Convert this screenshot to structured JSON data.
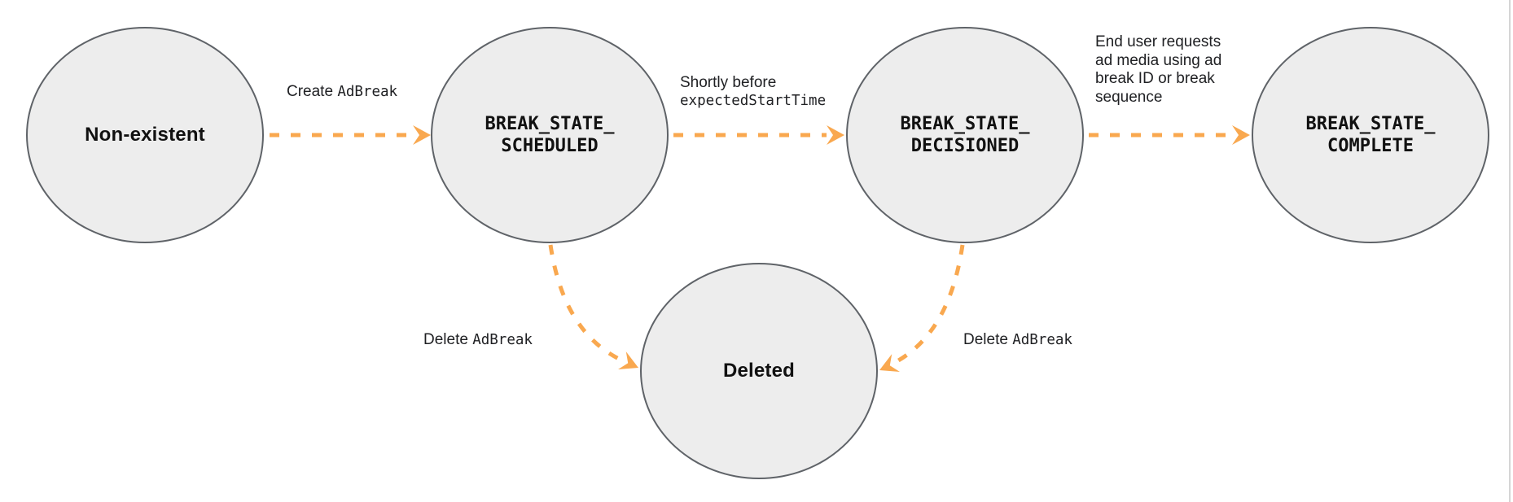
{
  "colors": {
    "arrow_accent": "#F9A84F",
    "node_fill": "#EDEDED",
    "node_border": "#5F6368",
    "text": "#202124",
    "page_edge_line": "#D5D5D5"
  },
  "states": {
    "non_existent": {
      "label": "Non-existent"
    },
    "scheduled": {
      "line1": "BREAK_STATE_",
      "line2": "SCHEDULED"
    },
    "decisioned": {
      "line1": "BREAK_STATE_",
      "line2": "DECISIONED"
    },
    "complete": {
      "line1": "BREAK_STATE_",
      "line2": "COMPLETE"
    },
    "deleted": {
      "label": "Deleted"
    }
  },
  "transitions": {
    "create": {
      "plain": "Create ",
      "code": "AdBreak"
    },
    "shortly_before": {
      "plain": "Shortly before",
      "code": "expectedStartTime"
    },
    "end_user": {
      "line1": "End user requests",
      "line2": "ad media using ad",
      "line3": "break ID or break",
      "line4": "sequence"
    },
    "delete_left": {
      "plain": "Delete ",
      "code": "AdBreak"
    },
    "delete_right": {
      "plain": "Delete ",
      "code": "AdBreak"
    }
  }
}
